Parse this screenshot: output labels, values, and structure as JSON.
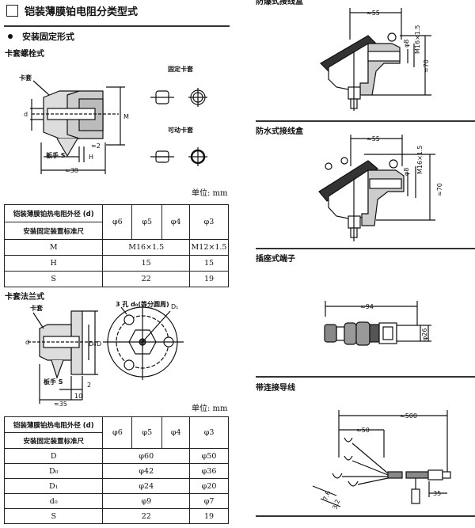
{
  "header": {
    "title": "铠装薄膜铂电阻分类型式"
  },
  "section": {
    "bullet": "安装固定形式"
  },
  "bolt_type": {
    "heading": "卡套螺栓式",
    "labels": {
      "ferrule": "卡套",
      "d": "d",
      "M": "M",
      "approx2": "≈2",
      "wrench": "板手 S",
      "H": "H",
      "approx38": "≈38",
      "fixed_ferrule": "固定卡套",
      "movable_ferrule": "可动卡套"
    },
    "unit": "单位: mm",
    "table": {
      "header_top": "铠装薄膜铂热电阻外径 (d)",
      "header_bottom": "安装固定装置标准尺",
      "columns": [
        "φ6",
        "φ5",
        "φ4",
        "φ3"
      ],
      "rows": [
        {
          "label": "M",
          "group": "M16×1.5",
          "last": "M12×1.5"
        },
        {
          "label": "H",
          "group": "15",
          "last": "15"
        },
        {
          "label": "S",
          "group": "22",
          "last": "19"
        }
      ]
    }
  },
  "flange_type": {
    "heading": "卡套法兰式",
    "labels": {
      "ferrule": "卡套",
      "d": "d",
      "D0": "D₀",
      "D": "D",
      "wrench": "板手 S",
      "dim2": "2",
      "dim10": "10",
      "approx35": "≈35",
      "holes": "3 孔 d₀(等分圆周)",
      "D1": "D₁"
    },
    "unit": "单位: mm",
    "table": {
      "header_top": "铠装薄膜铂热电阻外径 (d)",
      "header_bottom": "安装固定装置标准尺",
      "columns": [
        "φ6",
        "φ5",
        "φ4",
        "φ3"
      ],
      "rows": [
        {
          "label": "D",
          "group": "φ60",
          "last": "φ50"
        },
        {
          "label": "D₀",
          "group": "φ42",
          "last": "φ36"
        },
        {
          "label": "D₁",
          "group": "φ24",
          "last": "φ20"
        },
        {
          "label": "d₀",
          "group": "φ9",
          "last": "φ7"
        },
        {
          "label": "S",
          "group": "22",
          "last": "19"
        }
      ]
    }
  },
  "explosion_box": {
    "heading": "防爆式接线盒",
    "w": "≈55",
    "phi": "φ8",
    "thread": "M16×1.5",
    "h": "≈70"
  },
  "waterproof_box": {
    "heading": "防水式接线盒",
    "w": "≈55",
    "phi": "φ8",
    "thread": "M16×1.5",
    "h": "≈70"
  },
  "socket_terminal": {
    "heading": "插座式端子",
    "len": "≈94",
    "dia": "φ26"
  },
  "lead_wire": {
    "heading": "带连接导线",
    "len": "≈500",
    "split": "≈50",
    "tail": "35",
    "a": "7.6",
    "b": "3.2"
  }
}
